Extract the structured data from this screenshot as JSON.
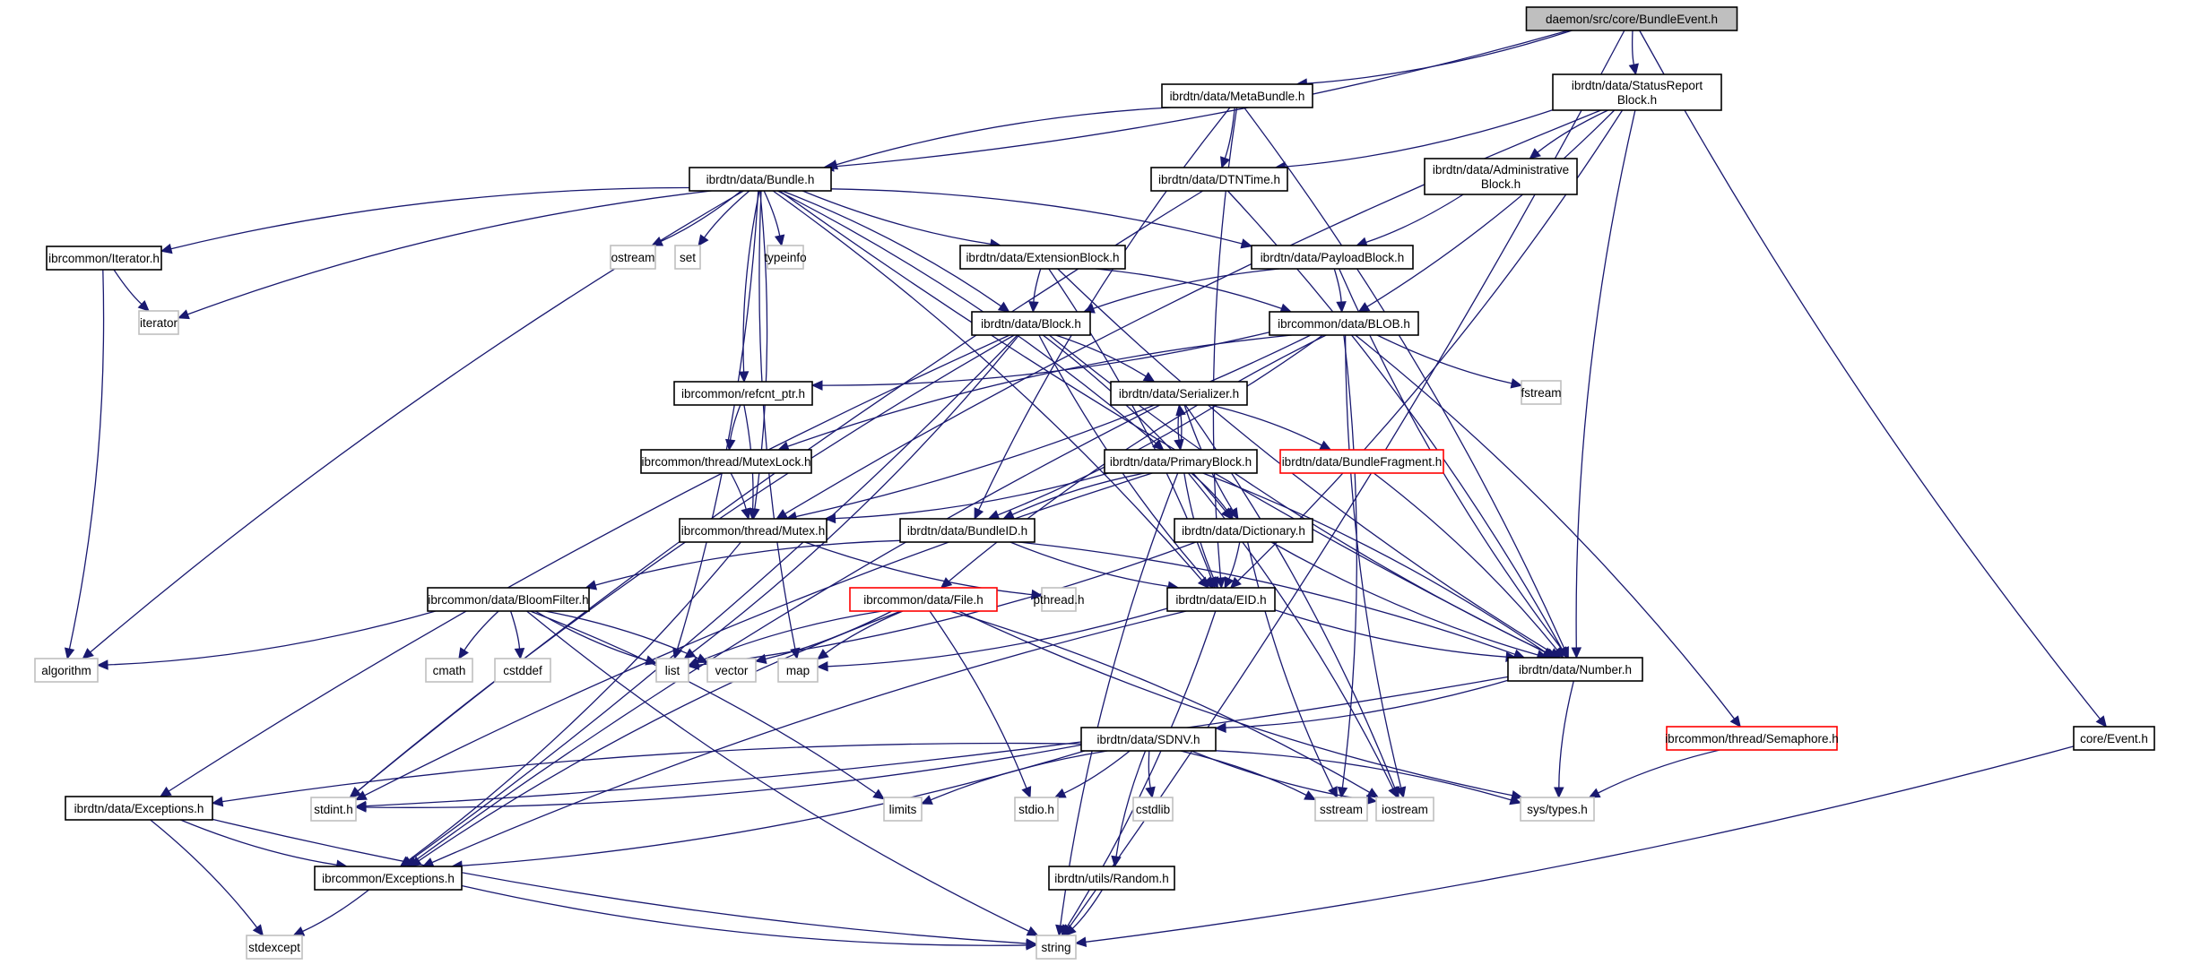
{
  "graph": {
    "title": "daemon/src/core/BundleEvent.h",
    "edge_color": "#191970",
    "legend": {
      "normal_border": "#000000",
      "system_border": "#bfbfbf",
      "missing_border": "#ff0000",
      "root_fill": "#bfbfbf"
    },
    "nodes": [
      {
        "id": "root",
        "label": "daemon/src/core/BundleEvent.h",
        "kind": "root"
      },
      {
        "id": "metabundle",
        "label": "ibrdtn/data/MetaBundle.h",
        "kind": "normal"
      },
      {
        "id": "statusreport",
        "label": "ibrdtn/data/StatusReport\nBlock.h",
        "kind": "normal"
      },
      {
        "id": "bundle",
        "label": "ibrdtn/data/Bundle.h",
        "kind": "normal"
      },
      {
        "id": "dtntime",
        "label": "ibrdtn/data/DTNTime.h",
        "kind": "normal"
      },
      {
        "id": "adminblock",
        "label": "ibrdtn/data/Administrative\nBlock.h",
        "kind": "normal"
      },
      {
        "id": "iterator_h",
        "label": "ibrcommon/Iterator.h",
        "kind": "normal"
      },
      {
        "id": "ostream",
        "label": "ostream",
        "kind": "system"
      },
      {
        "id": "set",
        "label": "set",
        "kind": "system"
      },
      {
        "id": "typeinfo",
        "label": "typeinfo",
        "kind": "system"
      },
      {
        "id": "extblock",
        "label": "ibrdtn/data/ExtensionBlock.h",
        "kind": "normal"
      },
      {
        "id": "payloadblock",
        "label": "ibrdtn/data/PayloadBlock.h",
        "kind": "normal"
      },
      {
        "id": "iterator",
        "label": "iterator",
        "kind": "system"
      },
      {
        "id": "block",
        "label": "ibrdtn/data/Block.h",
        "kind": "normal"
      },
      {
        "id": "blob",
        "label": "ibrcommon/data/BLOB.h",
        "kind": "normal"
      },
      {
        "id": "fstream",
        "label": "fstream",
        "kind": "system"
      },
      {
        "id": "refcnt",
        "label": "ibrcommon/refcnt_ptr.h",
        "kind": "normal"
      },
      {
        "id": "serializer",
        "label": "ibrdtn/data/Serializer.h",
        "kind": "normal"
      },
      {
        "id": "mutexlock",
        "label": "ibrcommon/thread/MutexLock.h",
        "kind": "normal"
      },
      {
        "id": "primaryblock",
        "label": "ibrdtn/data/PrimaryBlock.h",
        "kind": "normal"
      },
      {
        "id": "bundlefragment",
        "label": "ibrdtn/data/BundleFragment.h",
        "kind": "missing"
      },
      {
        "id": "mutex",
        "label": "ibrcommon/thread/Mutex.h",
        "kind": "normal"
      },
      {
        "id": "bundleid",
        "label": "ibrdtn/data/BundleID.h",
        "kind": "normal"
      },
      {
        "id": "dictionary",
        "label": "ibrdtn/data/Dictionary.h",
        "kind": "normal"
      },
      {
        "id": "bloomfilter",
        "label": "ibrcommon/data/BloomFilter.h",
        "kind": "normal"
      },
      {
        "id": "file",
        "label": "ibrcommon/data/File.h",
        "kind": "missing"
      },
      {
        "id": "pthread",
        "label": "pthread.h",
        "kind": "system"
      },
      {
        "id": "eid",
        "label": "ibrdtn/data/EID.h",
        "kind": "normal"
      },
      {
        "id": "algorithm",
        "label": "algorithm",
        "kind": "system"
      },
      {
        "id": "cmath",
        "label": "cmath",
        "kind": "system"
      },
      {
        "id": "cstddef",
        "label": "cstddef",
        "kind": "system"
      },
      {
        "id": "list",
        "label": "list",
        "kind": "system"
      },
      {
        "id": "vector",
        "label": "vector",
        "kind": "system"
      },
      {
        "id": "map",
        "label": "map",
        "kind": "system"
      },
      {
        "id": "number",
        "label": "ibrdtn/data/Number.h",
        "kind": "normal"
      },
      {
        "id": "sdnv",
        "label": "ibrdtn/data/SDNV.h",
        "kind": "normal"
      },
      {
        "id": "semaphore",
        "label": "ibrcommon/thread/Semaphore.h",
        "kind": "missing"
      },
      {
        "id": "event",
        "label": "core/Event.h",
        "kind": "normal"
      },
      {
        "id": "dataexceptions",
        "label": "ibrdtn/data/Exceptions.h",
        "kind": "normal"
      },
      {
        "id": "stdint",
        "label": "stdint.h",
        "kind": "system"
      },
      {
        "id": "limits",
        "label": "limits",
        "kind": "system"
      },
      {
        "id": "stdio",
        "label": "stdio.h",
        "kind": "system"
      },
      {
        "id": "cstdlib",
        "label": "cstdlib",
        "kind": "system"
      },
      {
        "id": "sstream",
        "label": "sstream",
        "kind": "system"
      },
      {
        "id": "iostream",
        "label": "iostream",
        "kind": "system"
      },
      {
        "id": "systypes",
        "label": "sys/types.h",
        "kind": "system"
      },
      {
        "id": "commonexceptions",
        "label": "ibrcommon/Exceptions.h",
        "kind": "normal"
      },
      {
        "id": "random",
        "label": "ibrdtn/utils/Random.h",
        "kind": "normal"
      },
      {
        "id": "stdexcept",
        "label": "stdexcept",
        "kind": "system"
      },
      {
        "id": "string",
        "label": "string",
        "kind": "system"
      }
    ],
    "edges": [
      [
        "root",
        "metabundle"
      ],
      [
        "root",
        "statusreport"
      ],
      [
        "root",
        "bundle"
      ],
      [
        "root",
        "event"
      ],
      [
        "root",
        "string"
      ],
      [
        "metabundle",
        "bundle"
      ],
      [
        "metabundle",
        "dtntime"
      ],
      [
        "metabundle",
        "bundleid"
      ],
      [
        "metabundle",
        "number"
      ],
      [
        "metabundle",
        "eid"
      ],
      [
        "statusreport",
        "dtntime"
      ],
      [
        "statusreport",
        "adminblock"
      ],
      [
        "statusreport",
        "blob"
      ],
      [
        "statusreport",
        "number"
      ],
      [
        "statusreport",
        "eid"
      ],
      [
        "statusreport",
        "mutex"
      ],
      [
        "adminblock",
        "payloadblock"
      ],
      [
        "dtntime",
        "stdint"
      ],
      [
        "dtntime",
        "number"
      ],
      [
        "bundle",
        "iterator_h"
      ],
      [
        "bundle",
        "ostream"
      ],
      [
        "bundle",
        "set"
      ],
      [
        "bundle",
        "typeinfo"
      ],
      [
        "bundle",
        "extblock"
      ],
      [
        "bundle",
        "payloadblock"
      ],
      [
        "bundle",
        "iterator"
      ],
      [
        "bundle",
        "block"
      ],
      [
        "bundle",
        "refcnt"
      ],
      [
        "bundle",
        "primaryblock"
      ],
      [
        "bundle",
        "algorithm"
      ],
      [
        "bundle",
        "list"
      ],
      [
        "bundle",
        "map"
      ],
      [
        "bundle",
        "eid"
      ],
      [
        "bundle",
        "number"
      ],
      [
        "bundle",
        "mutex"
      ],
      [
        "iterator_h",
        "iterator"
      ],
      [
        "iterator_h",
        "algorithm"
      ],
      [
        "extblock",
        "block"
      ],
      [
        "extblock",
        "blob"
      ],
      [
        "extblock",
        "number"
      ],
      [
        "extblock",
        "eid"
      ],
      [
        "payloadblock",
        "block"
      ],
      [
        "payloadblock",
        "blob"
      ],
      [
        "payloadblock",
        "number"
      ],
      [
        "block",
        "serializer"
      ],
      [
        "block",
        "dataexceptions"
      ],
      [
        "block",
        "commonexceptions"
      ],
      [
        "block",
        "eid"
      ],
      [
        "block",
        "list"
      ],
      [
        "block",
        "number"
      ],
      [
        "block",
        "dictionary"
      ],
      [
        "block",
        "stdint"
      ],
      [
        "blob",
        "refcnt"
      ],
      [
        "blob",
        "mutexlock"
      ],
      [
        "blob",
        "mutex"
      ],
      [
        "blob",
        "fstream"
      ],
      [
        "blob",
        "semaphore"
      ],
      [
        "blob",
        "file"
      ],
      [
        "blob",
        "sstream"
      ],
      [
        "blob",
        "iostream"
      ],
      [
        "blob",
        "bundleid"
      ],
      [
        "refcnt",
        "mutexlock"
      ],
      [
        "refcnt",
        "mutex"
      ],
      [
        "serializer",
        "primaryblock"
      ],
      [
        "serializer",
        "bundlefragment"
      ],
      [
        "serializer",
        "dictionary"
      ],
      [
        "serializer",
        "iostream"
      ],
      [
        "serializer",
        "commonexceptions"
      ],
      [
        "mutexlock",
        "mutex"
      ],
      [
        "primaryblock",
        "serializer"
      ],
      [
        "primaryblock",
        "mutex"
      ],
      [
        "primaryblock",
        "bundleid"
      ],
      [
        "primaryblock",
        "dictionary"
      ],
      [
        "primaryblock",
        "eid"
      ],
      [
        "primaryblock",
        "number"
      ],
      [
        "primaryblock",
        "string"
      ],
      [
        "primaryblock",
        "iostream"
      ],
      [
        "primaryblock",
        "stdint"
      ],
      [
        "bundlefragment",
        "number"
      ],
      [
        "mutex",
        "pthread"
      ],
      [
        "mutex",
        "commonexceptions"
      ],
      [
        "bundleid",
        "eid"
      ],
      [
        "bundleid",
        "number"
      ],
      [
        "bundleid",
        "bloomfilter"
      ],
      [
        "dictionary",
        "eid"
      ],
      [
        "dictionary",
        "number"
      ],
      [
        "dictionary",
        "list"
      ],
      [
        "dictionary",
        "sstream"
      ],
      [
        "bloomfilter",
        "algorithm"
      ],
      [
        "bloomfilter",
        "cmath"
      ],
      [
        "bloomfilter",
        "cstddef"
      ],
      [
        "bloomfilter",
        "list"
      ],
      [
        "bloomfilter",
        "vector"
      ],
      [
        "bloomfilter",
        "string"
      ],
      [
        "bloomfilter",
        "limits"
      ],
      [
        "file",
        "list"
      ],
      [
        "file",
        "vector"
      ],
      [
        "file",
        "map"
      ],
      [
        "file",
        "stdio"
      ],
      [
        "file",
        "systypes"
      ],
      [
        "file",
        "iostream"
      ],
      [
        "file",
        "commonexceptions"
      ],
      [
        "eid",
        "map"
      ],
      [
        "eid",
        "number"
      ],
      [
        "eid",
        "string"
      ],
      [
        "eid",
        "commonexceptions"
      ],
      [
        "number",
        "sdnv"
      ],
      [
        "number",
        "systypes"
      ],
      [
        "number",
        "stdint"
      ],
      [
        "sdnv",
        "dataexceptions"
      ],
      [
        "sdnv",
        "stdint"
      ],
      [
        "sdnv",
        "limits"
      ],
      [
        "sdnv",
        "stdio"
      ],
      [
        "sdnv",
        "cstdlib"
      ],
      [
        "sdnv",
        "sstream"
      ],
      [
        "sdnv",
        "iostream"
      ],
      [
        "sdnv",
        "systypes"
      ],
      [
        "sdnv",
        "random"
      ],
      [
        "sdnv",
        "commonexceptions"
      ],
      [
        "semaphore",
        "systypes"
      ],
      [
        "event",
        "string"
      ],
      [
        "dataexceptions",
        "commonexceptions"
      ],
      [
        "dataexceptions",
        "stdexcept"
      ],
      [
        "dataexceptions",
        "string"
      ],
      [
        "commonexceptions",
        "stdexcept"
      ],
      [
        "commonexceptions",
        "string"
      ],
      [
        "random",
        "string"
      ]
    ]
  }
}
